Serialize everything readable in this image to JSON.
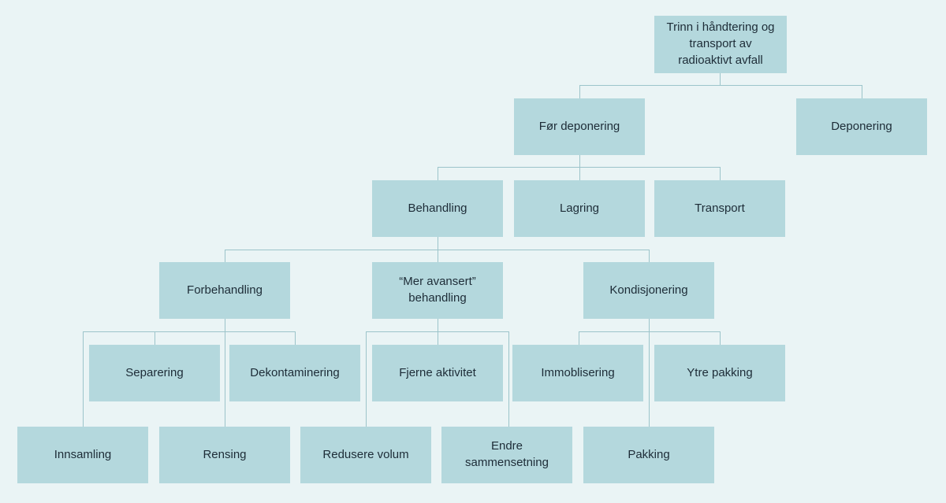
{
  "diagram": {
    "nodes": {
      "trinn": {
        "label": "Trinn i håndtering og transport av radioaktivt avfall"
      },
      "for_deponering": {
        "label": "Før deponering"
      },
      "deponering": {
        "label": "Deponering"
      },
      "behandling": {
        "label": "Behandling"
      },
      "lagring": {
        "label": "Lagring"
      },
      "transport": {
        "label": "Transport"
      },
      "forbehandling": {
        "label": "Forbehandling"
      },
      "mer_avansert": {
        "label": "“Mer avansert” behandling"
      },
      "kondisjonering": {
        "label": "Kondisjonering"
      },
      "separering": {
        "label": "Separering"
      },
      "dekontaminering": {
        "label": "Dekontaminering"
      },
      "fjerne_aktivitet": {
        "label": "Fjerne aktivitet"
      },
      "immoblisering": {
        "label": "Immoblisering"
      },
      "ytre_pakking": {
        "label": "Ytre pakking"
      },
      "innsamling": {
        "label": "Innsamling"
      },
      "rensing": {
        "label": "Rensing"
      },
      "redusere_volum": {
        "label": "Redusere volum"
      },
      "endre_sammensetning": {
        "label": "Endre sammensetning"
      },
      "pakking": {
        "label": "Pakking"
      }
    },
    "hierarchy": {
      "trinn": [
        "for_deponering",
        "deponering"
      ],
      "for_deponering": [
        "behandling",
        "lagring",
        "transport"
      ],
      "behandling": [
        "forbehandling",
        "mer_avansert",
        "kondisjonering"
      ],
      "forbehandling": [
        "innsamling",
        "separering",
        "rensing",
        "dekontaminering"
      ],
      "mer_avansert": [
        "redusere_volum",
        "fjerne_aktivitet",
        "endre_sammensetning"
      ],
      "kondisjonering": [
        "immoblisering",
        "pakking",
        "ytre_pakking"
      ]
    },
    "colors": {
      "background": "#eaf4f5",
      "box_fill": "#b4d8dd",
      "connector": "#9cc4ca",
      "text": "#1d2c37"
    }
  }
}
